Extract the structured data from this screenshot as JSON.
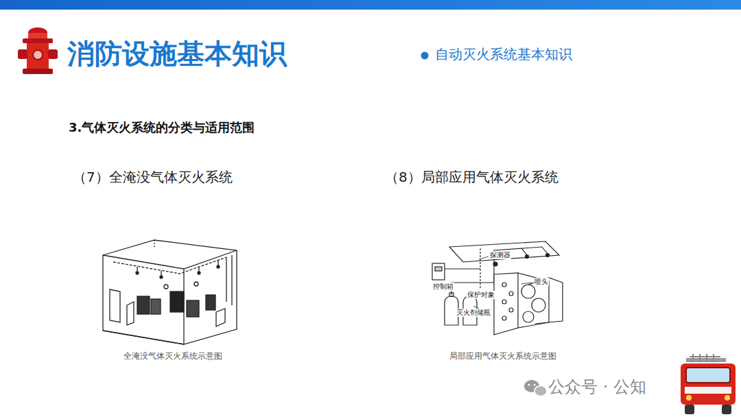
{
  "diagram": {
    "title": "消防设施基本知识",
    "labels": [
      "自动灭火系统基本知识",
      "3.气体灭火系统的分类与适用范围",
      "（7）全淹没气体灭火系统",
      "（8）局部应用气体灭火系统",
      "全淹没气体灭火系统示意图",
      "局部应用气体灭火系统示意图",
      "控制箱",
      "探测器",
      "喷头",
      "保护对象",
      "灭火剂储瓶",
      "公众号 · 公知"
    ]
  }
}
